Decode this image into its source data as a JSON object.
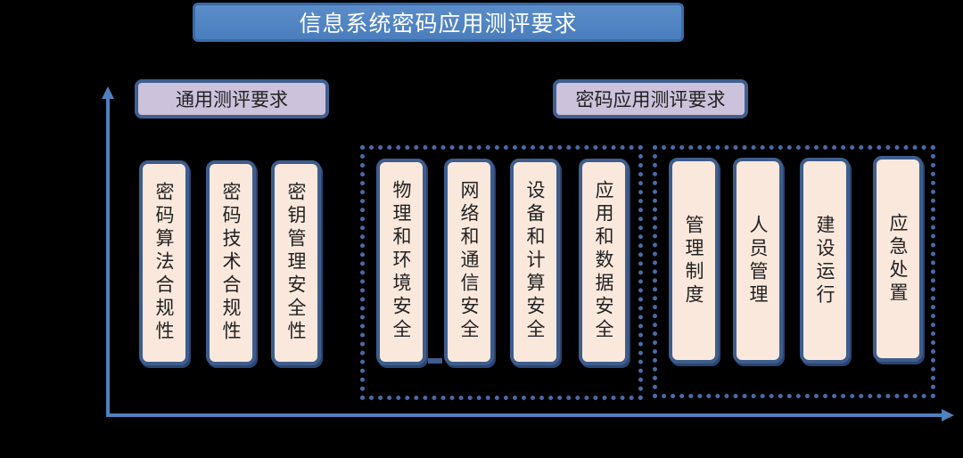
{
  "title": "信息系统密码应用测评要求",
  "categories": [
    {
      "label": "通用测评要求"
    },
    {
      "label": "密码应用测评要求"
    }
  ],
  "general_items": [
    {
      "label": "密码算法合规性"
    },
    {
      "label": "密码技术合规性"
    },
    {
      "label": "密钥管理安全性"
    }
  ],
  "technical_items": [
    {
      "label": "物理和环境安全"
    },
    {
      "label": "网络和通信安全"
    },
    {
      "label": "设备和计算安全"
    },
    {
      "label": "应用和数据安全"
    }
  ],
  "management_items": [
    {
      "label": "管理制度"
    },
    {
      "label": "人员管理"
    },
    {
      "label": "建设运行"
    },
    {
      "label": "应急处置"
    }
  ],
  "colors": {
    "title_bg": "#4f81bd",
    "category_bg": "#ccc2dc",
    "card_bg": "#fbe8dc",
    "border": "#3d5d8c",
    "axis": "#4f81bd",
    "background": "#000000"
  }
}
